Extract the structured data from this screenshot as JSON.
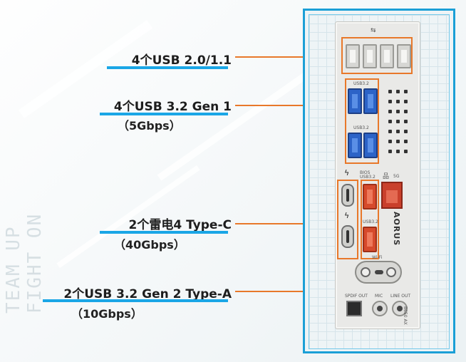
{
  "watermark": "TEAM UP\nFIGHT ON",
  "callouts": [
    {
      "id": "usb2",
      "label": "4个USB 2.0/1.1",
      "sub": ""
    },
    {
      "id": "usb32g1",
      "label": "4个USB 3.2 Gen 1",
      "sub": "（5Gbps）"
    },
    {
      "id": "tb4",
      "label": "2个雷电4 Type-C",
      "sub": "（40Gbps）"
    },
    {
      "id": "usb32g2",
      "label": "2个USB 3.2 Gen 2 Type-A",
      "sub": "（10Gbps）"
    }
  ],
  "panel": {
    "usb_top_icon": "usb-icon",
    "usb32_label_top": "USB3.2",
    "usb32_label_mid": "USB3.2",
    "qflash_label": "BIOS\nUSB3.2",
    "lan_label": "5G",
    "usb32_red_label": "USB3.2",
    "wifi_label": "Wi-Fi",
    "brand_logo": "AORUS",
    "spdif_label": "SPDIF OUT",
    "mic_label": "MIC",
    "linein_label": "LINE OUT",
    "model_text": "B650 AX"
  },
  "colors": {
    "accent_orange": "#e8782a",
    "underline_blue": "#1aa6e6",
    "frame_blue": "#1b9fd6"
  }
}
